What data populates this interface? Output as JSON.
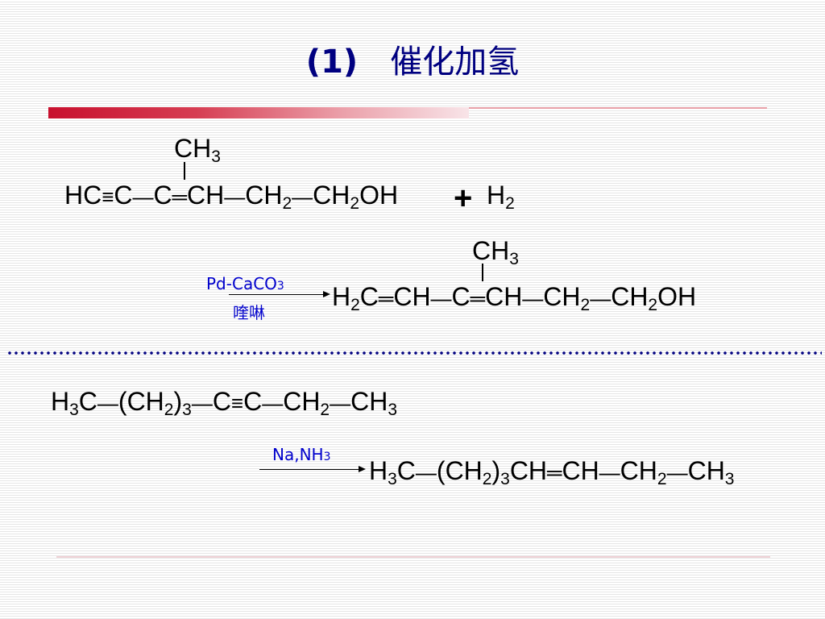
{
  "title": {
    "number": "(1)",
    "text": "催化加氢"
  },
  "reaction1": {
    "reactant_methyl": "CH₃",
    "reactant_formula": "HC≡C—C═CH—CH₂—CH₂OH",
    "plus": "+",
    "reagent": "H₂",
    "catalyst": "Pd-CaCO₃",
    "catalyst_note": "喹啉",
    "product_methyl": "CH₃",
    "product_formula": "H₂C═CH—C═CH—CH₂—CH₂OH"
  },
  "reaction2": {
    "reactant_formula": "H₃C—(CH₂)₃—C≡C—CH₂—CH₃",
    "reagent": "Na,NH₃",
    "product_formula": "H₃C—(CH₂)₃CH═CH—CH₂—CH₃"
  }
}
